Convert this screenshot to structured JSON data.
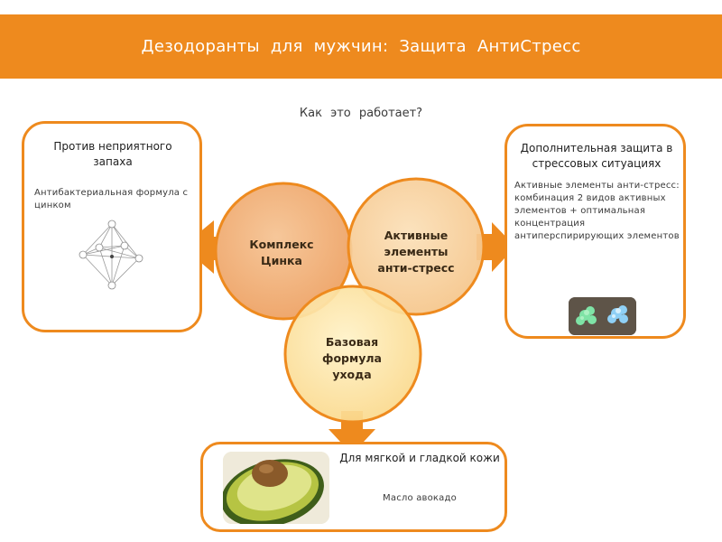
{
  "header": {
    "title": "Дезодоранты для мужчин: Защита АнтиСтресс"
  },
  "subtitle": "Как это работает?",
  "left_panel": {
    "title": "Против неприятного запаха",
    "text": "Антибактериальная формула с цинком",
    "icon": "molecule-structure-icon"
  },
  "right_panel": {
    "title": "Дополнительная защита в стрессовых ситуациях",
    "text": "Активные элементы анти-стресс: комбинация 2 видов активных элементов + оптимальная концентрация антиперспирирующих элементов",
    "icon": "crystal-elements-image"
  },
  "bottom_panel": {
    "title": "Для мягкой и гладкой кожи",
    "text": "Масло авокадо",
    "icon": "avocado-image"
  },
  "circles": {
    "zinc": {
      "label": "Комплекс Цинка"
    },
    "active": {
      "label": "Активные элементы анти-стресс"
    },
    "base": {
      "label": "Базовая формула ухода"
    }
  },
  "colors": {
    "accent": "#ee8a1e",
    "circle_zinc": "#f2b27a",
    "circle_active": "#f7cf9a",
    "circle_base": "#fbe4a2"
  }
}
